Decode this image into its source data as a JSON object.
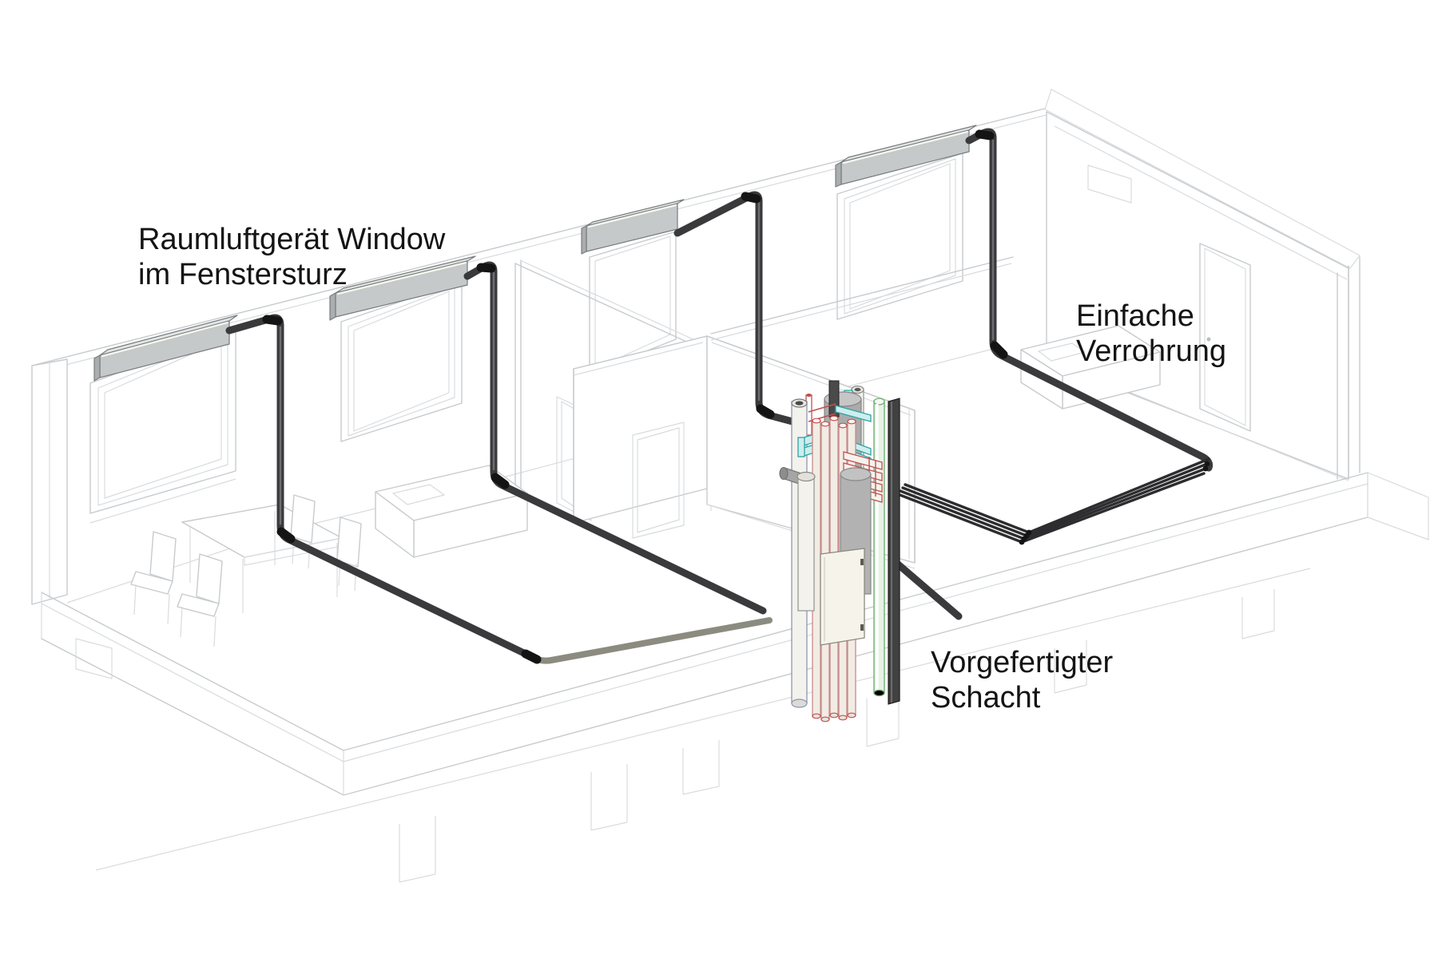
{
  "labels": {
    "window_unit": {
      "line1": "Raumluftgerät Window",
      "line2": "im Fenstersturz"
    },
    "piping": {
      "line1": "Einfache",
      "line2": "Verrohrung"
    },
    "shaft": {
      "line1": "Vorgefertigter",
      "line2": "Schacht"
    }
  },
  "colors": {
    "background": "#ffffff",
    "outline_faint": "#c7cbce",
    "label_text": "#141414",
    "pipe_dark": "#3a3a3c",
    "pipe_light": "#8b8b80",
    "unit_front": "#c5c9c9",
    "shaft_teal": "#2fa3a3",
    "shaft_green": "#74ae74",
    "shaft_red": "#c05050",
    "shaft_gray": "#ababab",
    "shaft_cream": "#f3f2ec",
    "shaft_duct": "#414141"
  }
}
